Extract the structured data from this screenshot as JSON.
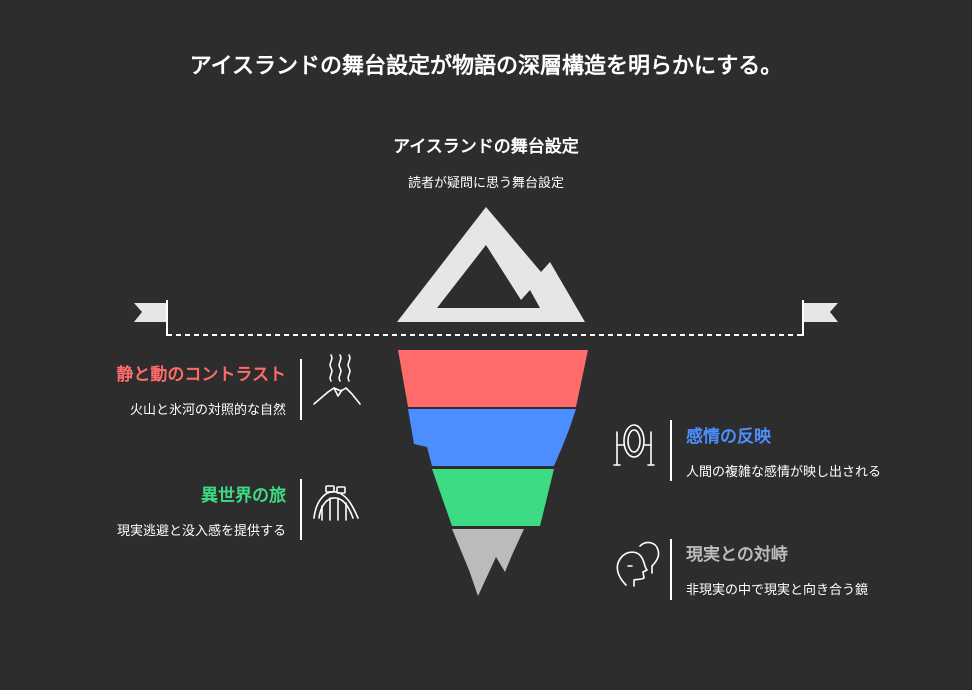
{
  "title": "アイスランドの舞台設定が物語の深層構造を明らかにする。",
  "tip": {
    "heading": "アイスランドの舞台設定",
    "subtitle": "読者が疑問に思う舞台設定"
  },
  "layers": [
    {
      "heading": "静と動のコントラスト",
      "description": "火山と氷河の対照的な自然",
      "color": "#ff6b6b",
      "icon": "volcano-icon",
      "side": "left"
    },
    {
      "heading": "感情の反映",
      "description": "人間の複雑な感情が映し出される",
      "color": "#4d8eff",
      "icon": "mirror-icon",
      "side": "right"
    },
    {
      "heading": "異世界の旅",
      "description": "現実逃避と没入感を提供する",
      "color": "#3ddc84",
      "icon": "rollercoaster-icon",
      "side": "left"
    },
    {
      "heading": "現実との対峙",
      "description": "非現実の中で現実と向き合う鏡",
      "color": "#bbbbbb",
      "icon": "faces-icon",
      "side": "right"
    }
  ]
}
